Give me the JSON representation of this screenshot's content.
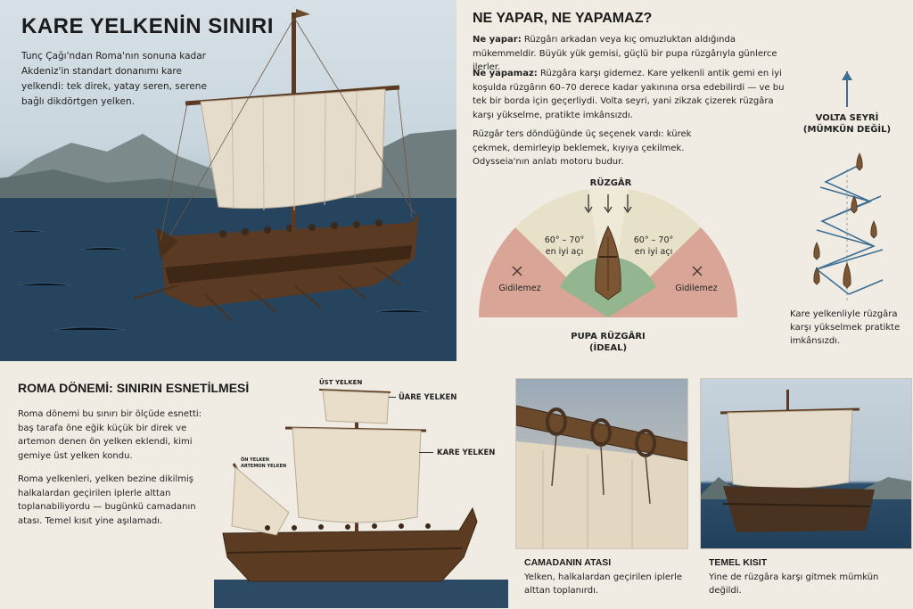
{
  "hero": {
    "title": "KARE YELKENİN SINIRI",
    "text": "Tunç Çağı'ndan Roma'nın sonuna kadar Akdeniz'in standart donanımı kare yelkendi: tek direk, yatay seren, serene bağlı dikdörtgen yelken."
  },
  "right": {
    "title": "NE YAPAR, NE YAPAMAZ?",
    "p1_lead": "Ne yapar:",
    "p1": " Rüzgârı arkadan veya kıç omuzluktan aldığında mükemmeldir. Büyük yük gemisi, güçlü bir pupa rüzgârıyla günlerce ilerler.",
    "p2_lead": "Ne yapamaz:",
    "p2": " Rüzgâra karşı gidemez. Kare yelkenli antik gemi en iyi koşulda rüzgârın 60–70 derece kadar yakınına orsa edebilirdi — ve bu tek bir borda için geçerliydi. Volta seyri, yani zikzak çizerek rüzgâra karşı yükselme, pratikte imkânsızdı.",
    "p3": "Rüzgâr ters döndüğünde üç seçenek vardı: kürek çekmek, demirleyip beklemek, kıyıya çekilmek. Odysseia'nın anlatı motoru budur."
  },
  "diagram": {
    "wind_label": "RÜZGÂR",
    "left_red": "Gidilemez",
    "right_red": "Gidilemez",
    "left_band_1": "60° – 70°",
    "left_band_2": "en iyi açı",
    "right_band_1": "60° – 70°",
    "right_band_2": "en iyi açı",
    "stern_1": "PUPA RÜZGÂRI",
    "stern_2": "(İDEAL)",
    "colors": {
      "red": "#d8a596",
      "cream": "#e8e1c9",
      "green": "#93b58f"
    }
  },
  "volta": {
    "title_1": "VOLTA SEYRİ",
    "title_2": "(MÜMKÜN DEĞİL)",
    "caption": "Kare yelkenliyle rüzgâra karşı yükselmek pratikte imkânsızdı."
  },
  "roma": {
    "title": "ROMA DÖNEMİ: SINIRIN ESNETİLMESİ",
    "p1": "Roma dönemi bu sınırı bir ölçüde esnetti: baş tarafa öne eğik küçük bir direk ve artemon denen ön yelken eklendi, kimi gemiye üst yelken kondu.",
    "p2": "Roma yelkenleri, yelken bezine dikilmiş halkalardan geçirilen iplerle alttan toplanabiliyordu — bugünkü camadanın atası. Temel kısıt yine aşılamadı.",
    "label_top": "ÜST YELKEN",
    "label_upper": "ÜARE YELKEN",
    "label_square": "KARE YELKEN",
    "label_artemon": "ARTEMON YELKEN",
    "label_artemon_above": "ÖN YELKEN"
  },
  "camadan": {
    "title": "CAMADANIN ATASI",
    "text": "Yelken, halkalardan geçirilen iplerle alttan toplanırdı."
  },
  "kisit": {
    "title": "TEMEL KISIT",
    "text": "Yine de rüzgâra karşı gitmek mümkün değildi."
  }
}
